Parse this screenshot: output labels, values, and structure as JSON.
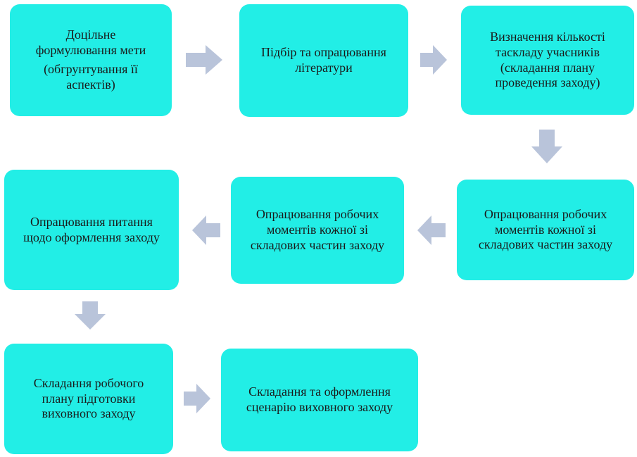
{
  "colors": {
    "box_fill": "#22eee6",
    "arrow_fill": "#b9c4da",
    "text": "#1a1a1a"
  },
  "steps": [
    {
      "lines": [
        "Доцільне",
        "формулювання мети"
      ],
      "sub": "(обгрунтування її аспектів)"
    },
    {
      "lines": [
        "Підбір та опрацювання",
        "літератури"
      ]
    },
    {
      "lines": [
        "Визначення кількості",
        "таскладу учасників",
        "(складання плану",
        "проведення заходу)"
      ]
    },
    {
      "lines": [
        "Опрацювання робочих",
        "моментів кожної зі",
        "складових частин заходу"
      ]
    },
    {
      "lines": [
        "Опрацювання робочих",
        "моментів кожної зі",
        "складових частин заходу"
      ]
    },
    {
      "lines": [
        "Опрацювання питання",
        "щодо оформлення заходу"
      ]
    },
    {
      "lines": [
        "Складання робочого",
        "плану підготовки",
        "виховного заходу"
      ]
    },
    {
      "lines": [
        "Складання та оформлення",
        "сценарію виховного заходу"
      ]
    }
  ],
  "arrows": [
    {
      "direction": "right"
    },
    {
      "direction": "right"
    },
    {
      "direction": "down"
    },
    {
      "direction": "left"
    },
    {
      "direction": "left"
    },
    {
      "direction": "down"
    },
    {
      "direction": "right"
    }
  ]
}
